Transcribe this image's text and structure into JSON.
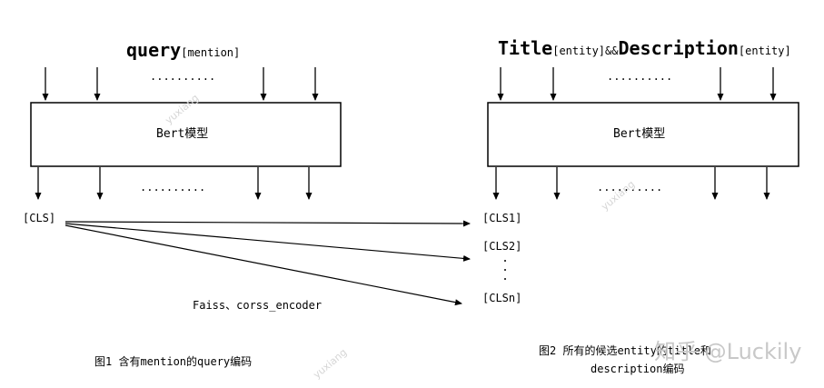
{
  "left": {
    "title_main": "query",
    "title_sub": "[mention]",
    "dots_top": "..........",
    "box_label": "Bert模型",
    "dots_bottom": "..........",
    "cls": "[CLS]",
    "edge_label": "Faiss、corss_encoder",
    "caption": "图1 含有mention的query编码"
  },
  "right": {
    "title_main1": "Title",
    "title_sub1": "[entity]",
    "title_and": "&&",
    "title_main2": "Description",
    "title_sub2": "[entity]",
    "dots_top": "..........",
    "box_label": "Bert模型",
    "dots_bottom": "..........",
    "cls_items": [
      "[CLS1]",
      "[CLS2]",
      "[CLSn]"
    ],
    "caption_line1": "图2 所有的候选entity的title和",
    "caption_line2": "description编码"
  },
  "watermark": {
    "brand": "知乎 @Luckily",
    "faint": "yuxiang"
  }
}
